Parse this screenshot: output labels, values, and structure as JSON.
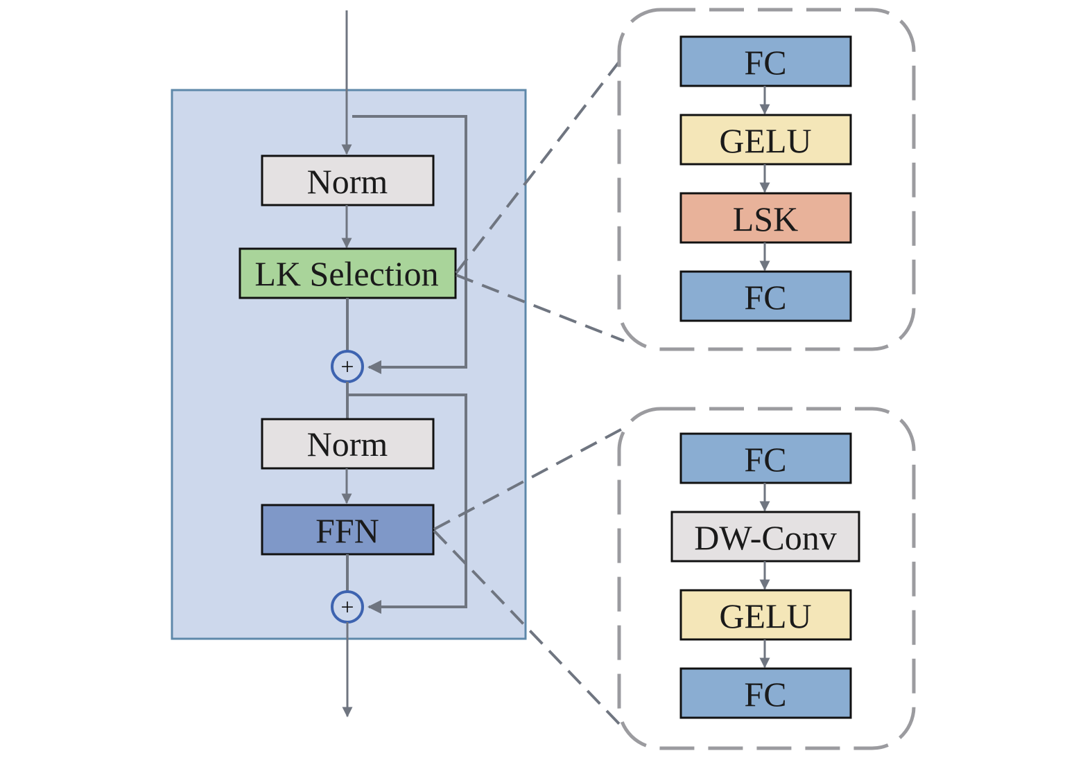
{
  "main_block": {
    "norm1": "Norm",
    "lk_selection": "LK Selection",
    "norm2": "Norm",
    "ffn": "FFN",
    "add1_symbol": "+",
    "add2_symbol": "+"
  },
  "lk_detail": {
    "blocks": [
      "FC",
      "GELU",
      "LSK",
      "FC"
    ]
  },
  "ffn_detail": {
    "blocks": [
      "FC",
      "DW-Conv",
      "GELU",
      "FC"
    ]
  },
  "colors": {
    "container_fill": "#cdd8ec",
    "container_border": "#5e88aa",
    "norm_fill": "#e4e1e2",
    "lk_fill": "#a9d49a",
    "ffn_fill": "#7f98c8",
    "fc_fill": "#8aadd2",
    "gelu_fill": "#f4e6b8",
    "lsk_fill": "#e8b29a",
    "dwconv_fill": "#e4e1e2",
    "arrow": "#6f7580",
    "dash": "#9b9b9f",
    "adder_ring": "#3d63b0"
  }
}
